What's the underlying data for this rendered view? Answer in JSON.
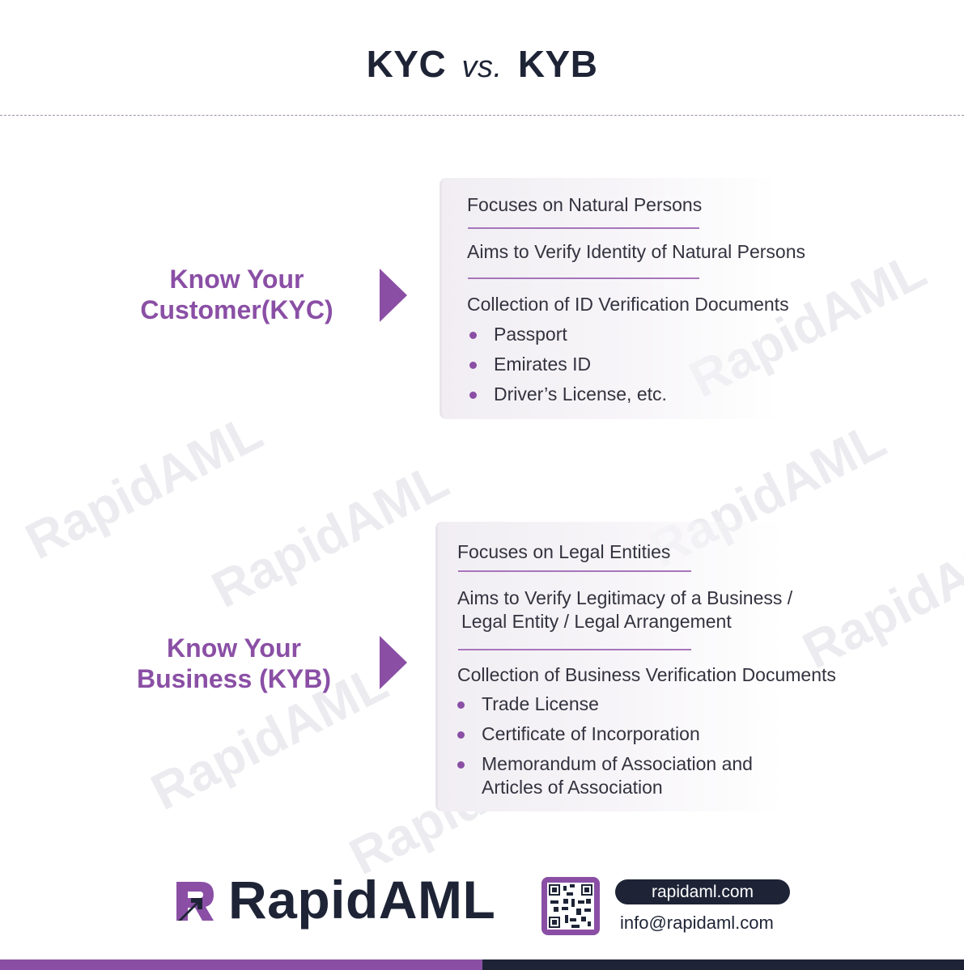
{
  "header": {
    "title_left": "KYC",
    "title_vs": "vs.",
    "title_right": "KYB"
  },
  "watermark": {
    "text": "RapidAML"
  },
  "kyc": {
    "label_line1": "Know Your",
    "label_line2": "Customer(KYC)",
    "focus": "Focuses on Natural Persons",
    "aim": "Aims to Verify Identity of Natural Persons",
    "collection_title": "Collection of ID Verification Documents",
    "documents": [
      "Passport",
      "Emirates ID",
      "Driver’s License, etc."
    ]
  },
  "kyb": {
    "label_line1": "Know Your",
    "label_line2": "Business (KYB)",
    "focus": "Focuses on Legal Entities",
    "aim_line1": "Aims to Verify Legitimacy of a Business /",
    "aim_line2": "Legal Entity / Legal Arrangement",
    "collection_title": "Collection of Business Verification Documents",
    "documents": [
      "Trade License",
      "Certificate of Incorporation",
      "Memorandum of Association and"
    ],
    "documents_cont": "Articles of Association"
  },
  "footer": {
    "brand": "RapidAML",
    "website": "rapidaml.com",
    "email": "info@rapidaml.com"
  },
  "colors": {
    "accent_purple": "#8a4fa5",
    "navy": "#1e2436",
    "card_bg": "#f1eef3"
  }
}
